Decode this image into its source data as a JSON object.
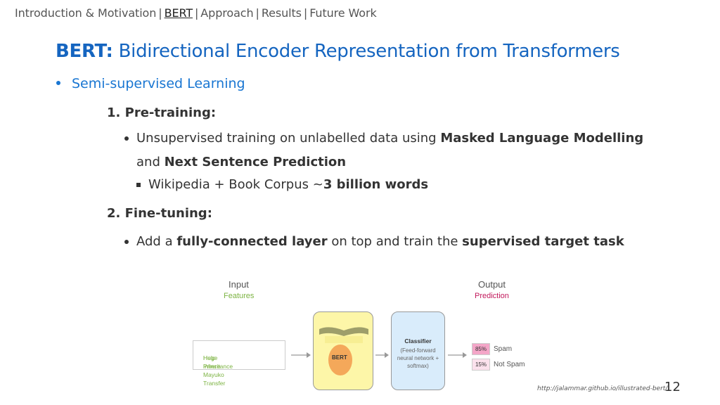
{
  "nav": {
    "items": [
      "Introduction & Motivation",
      "BERT",
      "Approach",
      "Results",
      "Future Work"
    ],
    "active_index": 1
  },
  "title": {
    "bold": "BERT:",
    "rest": " Bidirectional Encoder Representation from Transformers"
  },
  "content": {
    "level0": "Semi-supervised Learning",
    "step1": {
      "heading": "1. Pre-training:",
      "bullet_pre": "Unsupervised training on unlabelled data using ",
      "bullet_b1": "Masked Language Modelling",
      "bullet_mid": " and ",
      "bullet_b2": "Next Sentence Prediction",
      "sub_pre": "Wikipedia + Book Corpus ~",
      "sub_b": "3 billion words"
    },
    "step2": {
      "heading": "2. Fine-tuning:",
      "bullet_pre": "Add a ",
      "bullet_b1": "fully-connected layer",
      "bullet_mid": " on top and train the ",
      "bullet_b2": "supervised target task"
    }
  },
  "diagram": {
    "input_label": "Input",
    "input_sub": "Features",
    "output_label": "Output",
    "output_sub": "Prediction",
    "input_text_line1": "Help Prince Mayuko Transfer",
    "input_text_line2": "Huge Inheritance",
    "bert_label": "BERT",
    "classifier_title": "Classifier",
    "classifier_desc": "(Feed-forward neural network + softmax)",
    "outputs": [
      {
        "pct": "85%",
        "label": "Spam"
      },
      {
        "pct": "15%",
        "label": "Not Spam"
      }
    ],
    "colors": {
      "features": "#7cb342",
      "prediction": "#c2185b"
    }
  },
  "footer": {
    "url": "http://jalammar.github.io/illustrated-bert/",
    "page": "12"
  }
}
